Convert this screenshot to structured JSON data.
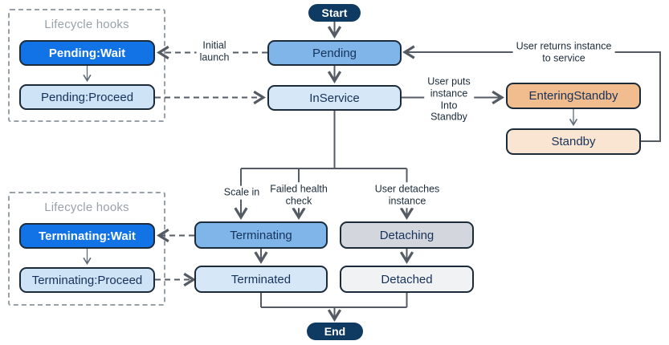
{
  "palette": {
    "state_blue_medium": "#7fb5e9",
    "state_blue_light": "#d6e8f8",
    "hook_wait_blue": "#1173e6",
    "hook_proceed_blue": "#cfe3f7",
    "standby_orange": "#f1bc8e",
    "standby_orange_light": "#f9e5d2",
    "detach_gray": "#d3d7dd",
    "detach_gray_light": "#f1f2f4",
    "terminal_navy": "#0f3a62",
    "node_border": "#1c2b39",
    "connector_gray": "#545b64",
    "group_border_gray": "#98a1aa",
    "label_text": "#1b2b3a"
  },
  "terminals": {
    "start": "Start",
    "end": "End"
  },
  "hook_groups": {
    "pending": {
      "title": "Lifecycle hooks",
      "wait": "Pending:Wait",
      "proceed": "Pending:Proceed"
    },
    "terminating": {
      "title": "Lifecycle hooks",
      "wait": "Terminating:Wait",
      "proceed": "Terminating:Proceed"
    }
  },
  "states": {
    "pending": "Pending",
    "in_service": "InService",
    "entering_standby": "EnteringStandby",
    "standby": "Standby",
    "terminating": "Terminating",
    "terminated": "Terminated",
    "detaching": "Detaching",
    "detached": "Detached"
  },
  "transition_labels": {
    "initial_launch": "Initial\nlaunch",
    "user_returns": "User returns instance\nto service",
    "user_puts_standby": "User puts\ninstance\nInto\nStandby",
    "scale_in": "Scale in",
    "failed_health_check": "Failed health\ncheck",
    "user_detaches": "User detaches\ninstance"
  }
}
